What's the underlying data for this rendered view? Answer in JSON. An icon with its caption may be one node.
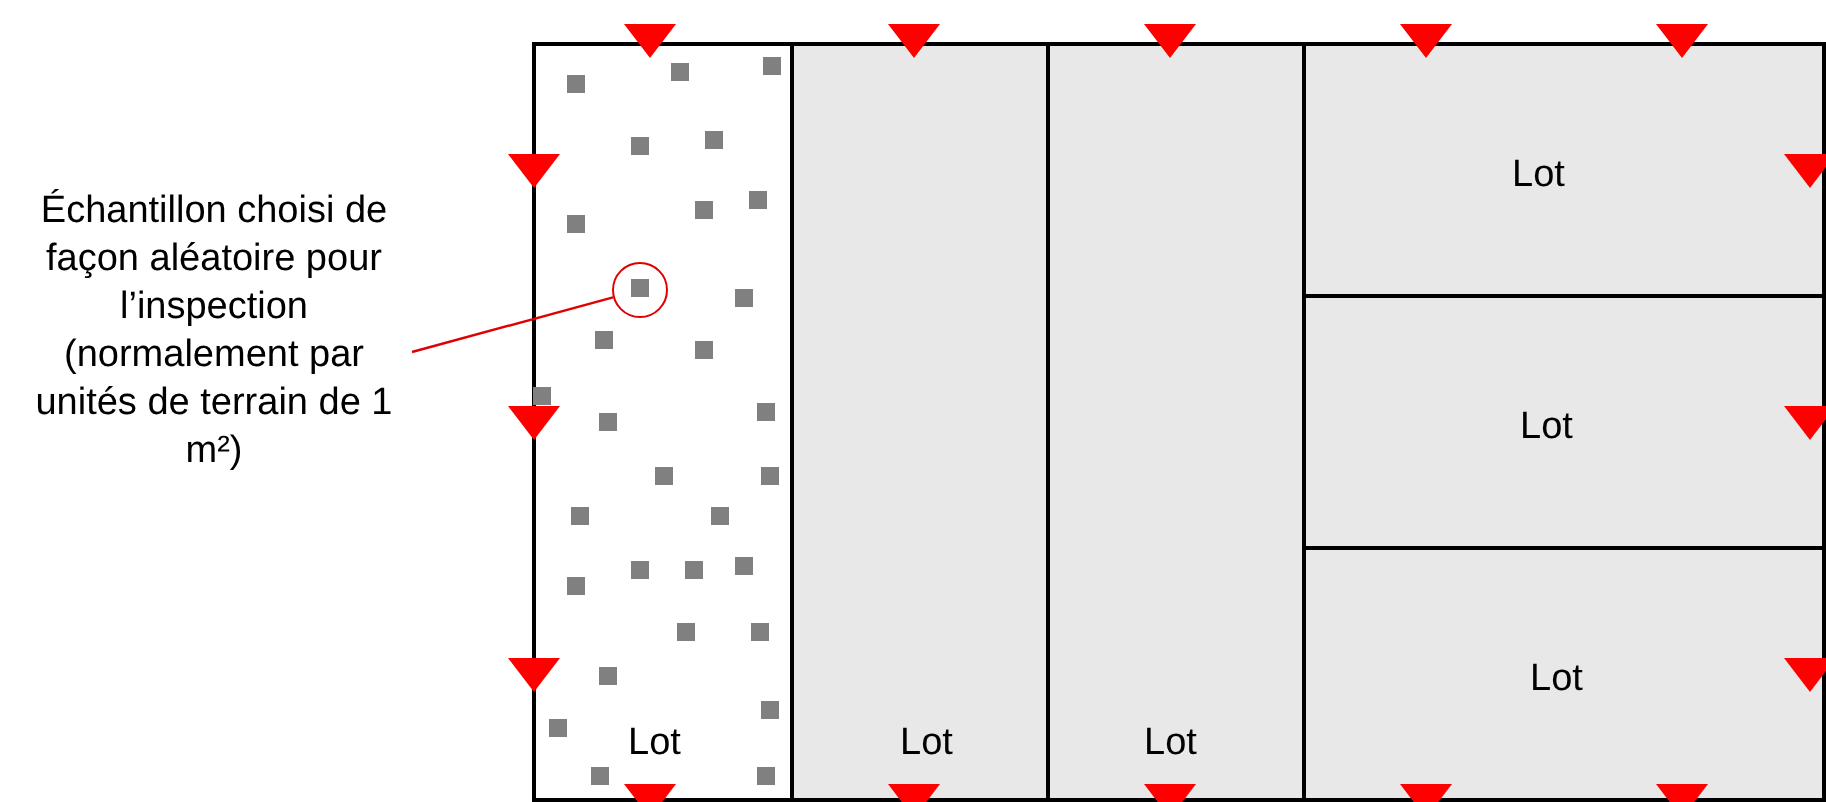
{
  "diagram": {
    "nodes": [
      {
        "text": [
          "Échantillon choisi de façon aléatoire pour l’inspection (normalement par unités de terrain de 1 m²)"
        ]
      },
      {
        "text": [
          "Lot"
        ]
      },
      {
        "text": [],
        "shape": "circle",
        "in": 1
      },
      {
        "text": [
          "Lot"
        ]
      },
      {
        "text": [
          "Lot"
        ]
      },
      {
        "text": [
          "Lot"
        ]
      },
      {
        "text": [
          "Lot"
        ]
      },
      {
        "text": [
          "Lot"
        ]
      }
    ],
    "edges": [
      {
        "from": 0,
        "to": 2,
        "arrow": "none"
      }
    ]
  }
}
